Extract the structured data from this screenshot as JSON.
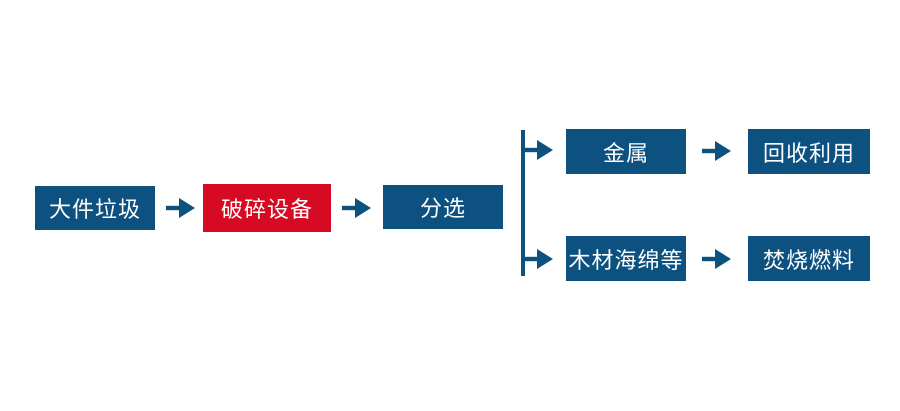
{
  "diagram": {
    "type": "flowchart",
    "description": "Bulky waste crushing and sorting process flow",
    "colors": {
      "node_blue": "#0d5180",
      "node_red": "#d60a23",
      "arrow_blue": "#0d5180",
      "text": "#ffffff",
      "background": "#ffffff"
    },
    "nodes": [
      {
        "id": "bulky-waste",
        "label": "大件垃圾",
        "color": "blue"
      },
      {
        "id": "crushing-equipment",
        "label": "破碎设备",
        "color": "red"
      },
      {
        "id": "sorting",
        "label": "分选",
        "color": "blue"
      },
      {
        "id": "metal",
        "label": "金属",
        "color": "blue"
      },
      {
        "id": "recycling",
        "label": "回收利用",
        "color": "blue"
      },
      {
        "id": "wood-sponge",
        "label": "木材海绵等",
        "color": "blue"
      },
      {
        "id": "incineration-fuel",
        "label": "焚烧燃料",
        "color": "blue"
      }
    ],
    "edges": [
      {
        "from": "大件垃圾",
        "to": "破碎设备"
      },
      {
        "from": "破碎设备",
        "to": "分选"
      },
      {
        "from": "分选",
        "to": "金属"
      },
      {
        "from": "分选",
        "to": "木材海绵等"
      },
      {
        "from": "金属",
        "to": "回收利用"
      },
      {
        "from": "木材海绵等",
        "to": "焚烧燃料"
      }
    ]
  }
}
